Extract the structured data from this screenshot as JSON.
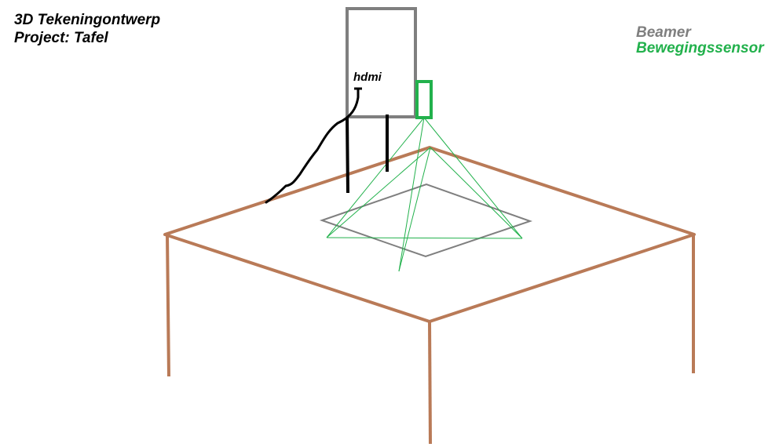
{
  "header": {
    "title": "3D Tekeningontwerp",
    "project": "Project: Tafel"
  },
  "legend": {
    "beamer": "Beamer",
    "sensor": "Bewegingssensor"
  },
  "labels": {
    "hdmi": "hdmi"
  },
  "colors": {
    "table": "#b97a57",
    "beamer": "#7f7f7f",
    "sensor": "#22b14c",
    "cable": "#000000"
  }
}
